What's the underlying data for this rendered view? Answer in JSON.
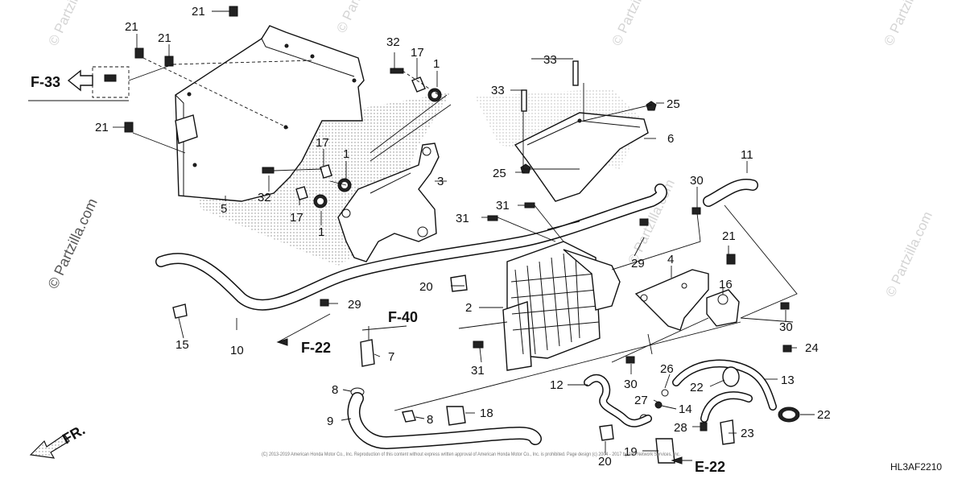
{
  "watermark": {
    "text": "© Partzilla.com"
  },
  "callouts": {
    "c1a": "1",
    "c1b": "1",
    "c1c": "1",
    "c2": "2",
    "c3": "3",
    "c4": "4",
    "c5": "5",
    "c6": "6",
    "c7": "7",
    "c8a": "8",
    "c8b": "8",
    "c9": "9",
    "c10": "10",
    "c11": "11",
    "c12": "12",
    "c13": "13",
    "c14": "14",
    "c15": "15",
    "c16": "16",
    "c17a": "17",
    "c17b": "17",
    "c17c": "17",
    "c18": "18",
    "c19": "19",
    "c20a": "20",
    "c20b": "20",
    "c21a": "21",
    "c21b": "21",
    "c21c": "21",
    "c21d": "21",
    "c21e": "21",
    "c22a": "22",
    "c22b": "22",
    "c23": "23",
    "c24": "24",
    "c25a": "25",
    "c25b": "25",
    "c26": "26",
    "c27": "27",
    "c28": "28",
    "c29a": "29",
    "c29b": "29",
    "c30a": "30",
    "c30b": "30",
    "c30c": "30",
    "c31a": "31",
    "c31b": "31",
    "c31c": "31",
    "c32a": "32",
    "c32b": "32",
    "c33a": "33",
    "c33b": "33"
  },
  "references": {
    "f33": "F-33",
    "f40": "F-40",
    "f22a": "F-22",
    "f22b": "E-22",
    "fr": "FR."
  },
  "diagram_code": "HL3AF2210",
  "copyright": "(C) 2013-2019 American Honda Motor Co., Inc. Reproduction of this content without express written approval of American Honda Motor Co., Inc. is prohibited. Page design (c) 2004 - 2017 by ARI Network Services, Inc."
}
